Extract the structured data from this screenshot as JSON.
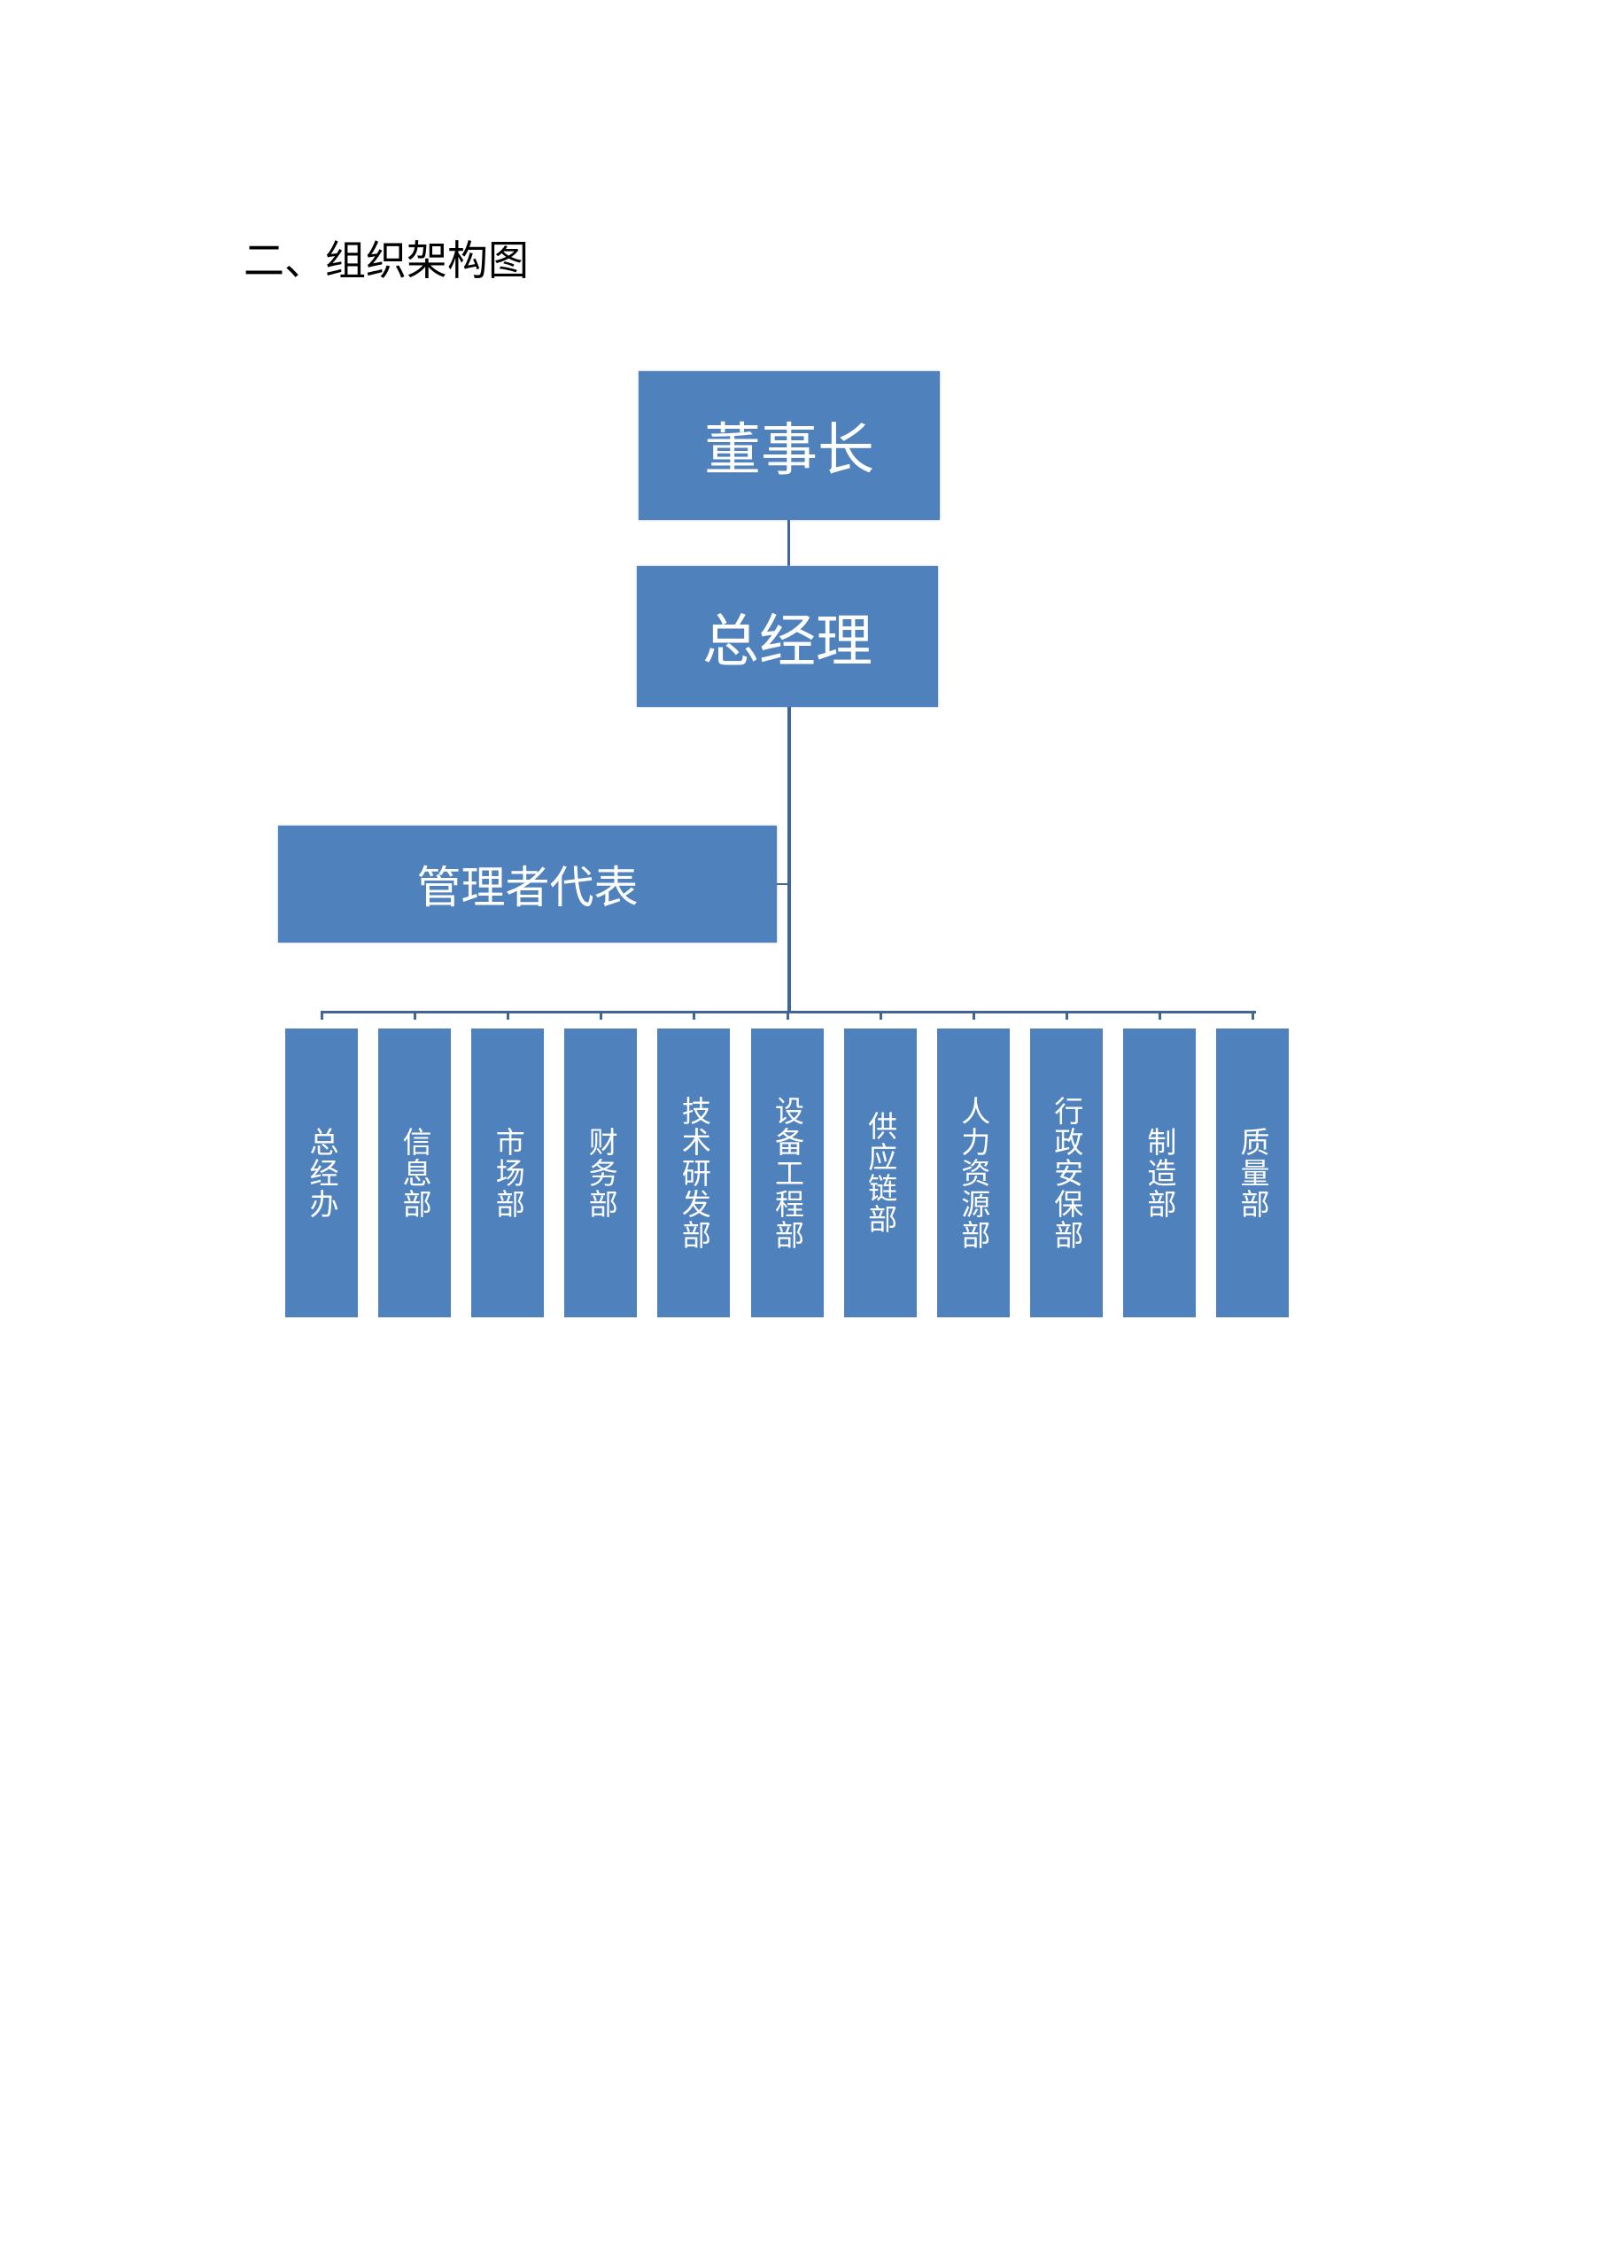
{
  "heading": "二、组织架构图",
  "chart": {
    "chairman": "董事长",
    "general_manager": "总经理",
    "management_representative": "管理者代表",
    "departments": [
      "总经办",
      "信息部",
      "市场部",
      "财务部",
      "技术研发部",
      "设备工程部",
      "供应链部",
      "人力资源部",
      "行政安保部",
      "制造部",
      "质量部"
    ]
  },
  "colors": {
    "box": "#4f81bd",
    "line": "#3f6697"
  }
}
